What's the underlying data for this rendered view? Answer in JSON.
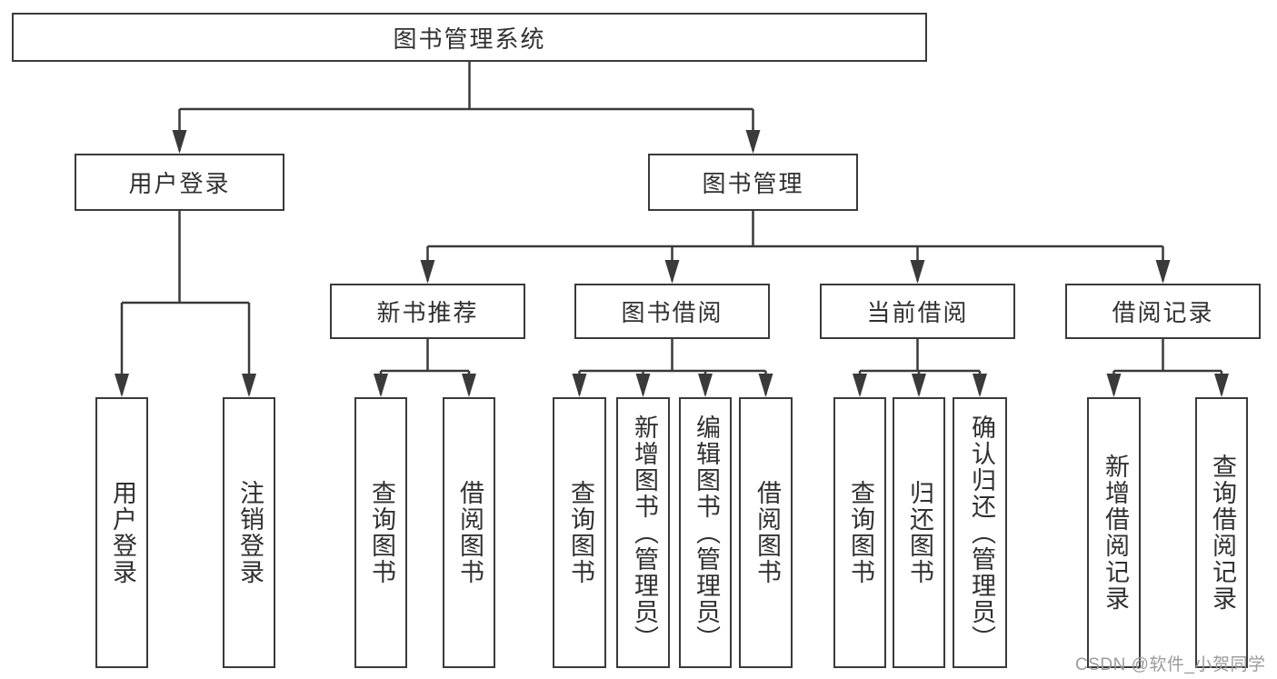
{
  "diagram": {
    "title": "图书管理系统",
    "branches": {
      "user_login": {
        "label": "用户登录",
        "children": [
          "用户登录",
          "注销登录"
        ]
      },
      "book_management": {
        "label": "图书管理",
        "children": [
          {
            "label": "新书推荐",
            "children": [
              "查询图书",
              "借阅图书"
            ]
          },
          {
            "label": "图书借阅",
            "children": [
              "查询图书",
              "新增图书（管理员）",
              "编辑图书（管理员）",
              "借阅图书"
            ]
          },
          {
            "label": "当前借阅",
            "children": [
              "查询图书",
              "归还图书",
              "确认归还（管理员）"
            ]
          },
          {
            "label": "借阅记录",
            "children": [
              "新增借阅记录",
              "查询借阅记录"
            ]
          }
        ]
      }
    }
  },
  "watermark": "CSDN @软件_小贺同学",
  "colors": {
    "line": "#3a3a3a",
    "text": "#303030",
    "watermark": "#9b9b9b",
    "background": "#ffffff"
  }
}
